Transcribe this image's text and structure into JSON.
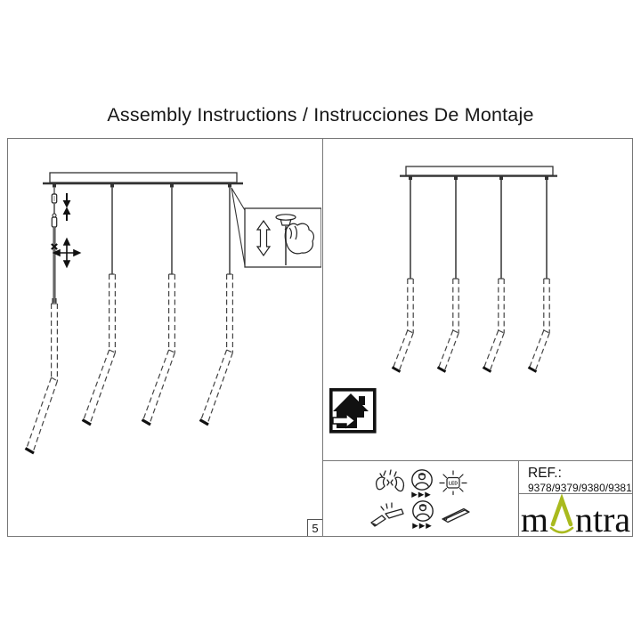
{
  "title": "Assembly Instructions / Instrucciones De Montaje",
  "page_number": "5",
  "footer": {
    "arrows": "▶▶▶",
    "led_label": "LED",
    "ref_label": "REF.:",
    "ref_numbers": "9378/9379/9380/9381",
    "brand_m": "m",
    "brand_ntra": "ntra"
  },
  "icons": {
    "service_row1": [
      "broken-bulb-icon",
      "service-person-icon",
      "led-light-icon"
    ],
    "service_row2": [
      "broken-strip-icon",
      "service-person-icon",
      "led-driver-icon"
    ],
    "diagram": [
      "down-arrow-icon",
      "up-arrow-icon",
      "four-way-arrow-icon",
      "height-adjust-hand-icon",
      "indoor-use-house-icon",
      "brand-caret-icon"
    ]
  },
  "colors": {
    "brand_green": "#a9ba1e",
    "line_art": "#2b2b2b",
    "cable_gray": "#666666",
    "panel_border": "#777777"
  }
}
